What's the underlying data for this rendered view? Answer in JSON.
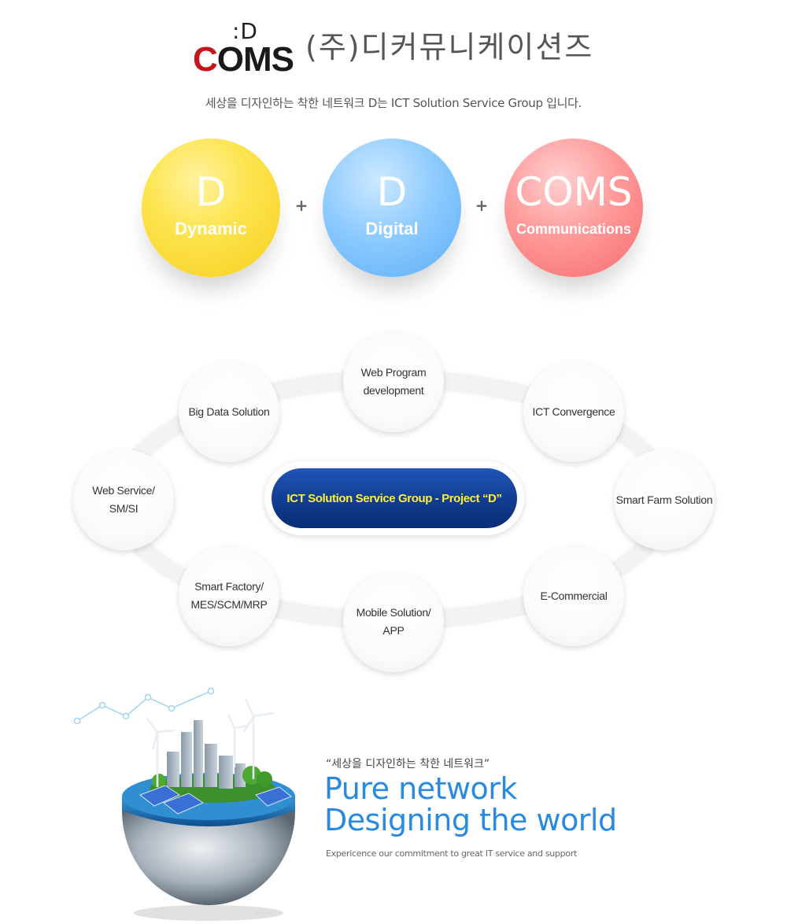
{
  "header": {
    "logo_mark": ":D",
    "logo_c": "C",
    "logo_rest": "OMS",
    "company_name": "(주)디커뮤니케이션즈",
    "tagline": "세상을 디자인하는 착한 네트워크 D는 ICT Solution Service Group 입니다."
  },
  "pillars": [
    {
      "big": "D",
      "small": "Dynamic",
      "color": "#f9d72a"
    },
    {
      "big": "D",
      "small": "Digital",
      "color": "#7cc0fb"
    },
    {
      "big": "COMS",
      "small": "Communications",
      "color": "#fb8585"
    }
  ],
  "plus_symbol": "+",
  "services": {
    "center": "ICT Solution Service Group - Project “D”",
    "nodes": [
      "Web Program\ndevelopment",
      "ICT Convergence",
      "Smart Farm Solution",
      "E-Commercial",
      "Mobile Solution/\nAPP",
      "Smart Factory/\nMES/SCM/MRP",
      "Web Service/\nSM/SI",
      "Big Data Solution"
    ]
  },
  "footer": {
    "quote": "“세상을 디자인하는 착한 네트워크”",
    "headline_line1": "Pure network",
    "headline_line2": "Designing the world",
    "subline": "Expericence our commitment to great IT service and support"
  },
  "colors": {
    "brand_red": "#c4161c",
    "headline_blue": "#2a8ae0",
    "center_pill_navy": "#103c91",
    "center_text_yellow": "#ffef3a"
  }
}
